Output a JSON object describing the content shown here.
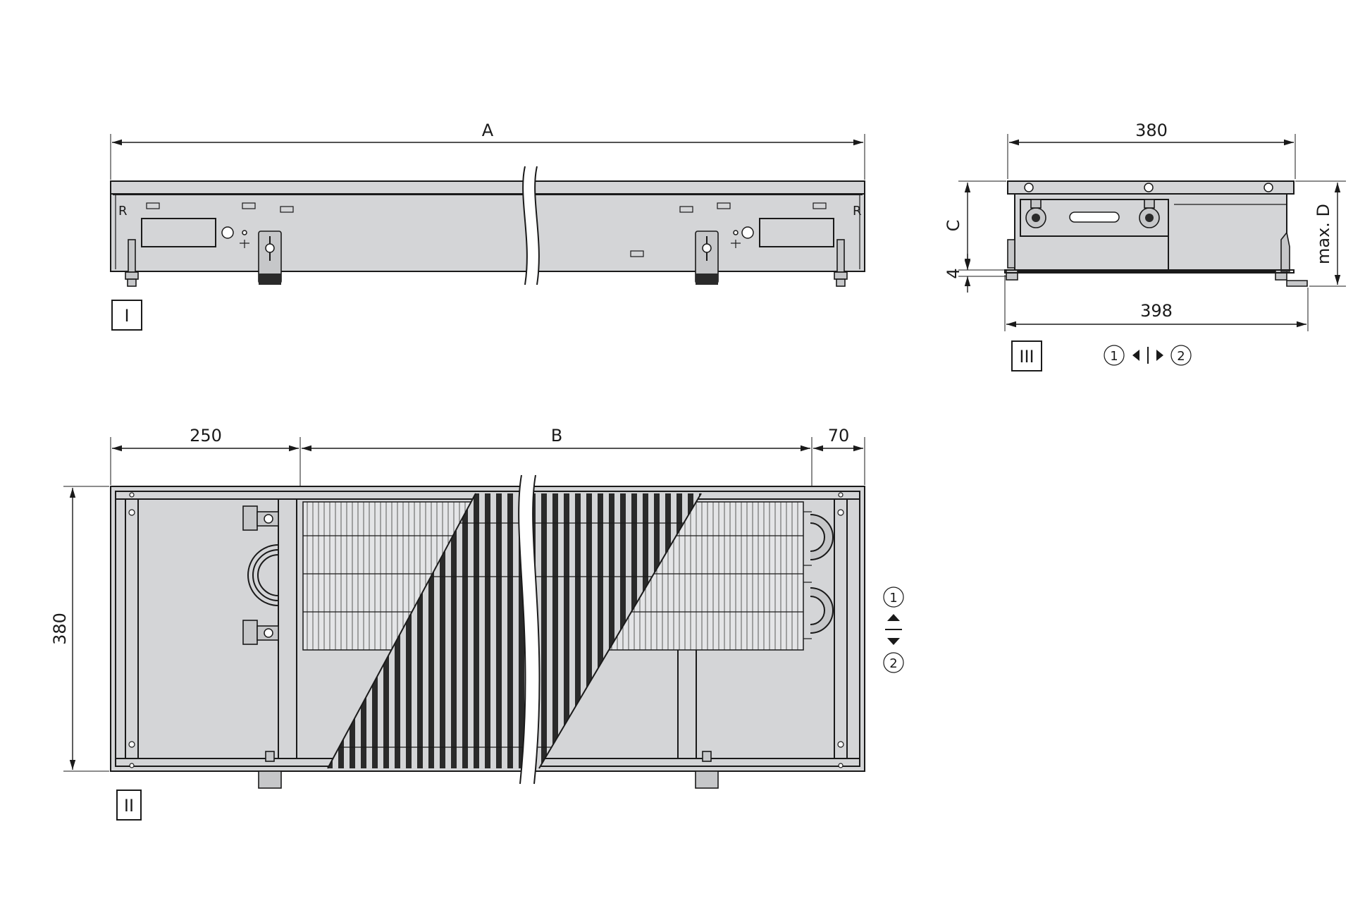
{
  "drawing": {
    "view_front": {
      "label": "I",
      "dim_length": "A"
    },
    "view_top": {
      "label": "II",
      "dim_left": "250",
      "dim_middle": "B",
      "dim_right": "70",
      "dim_depth": "380"
    },
    "view_side": {
      "label": "III",
      "dim_top_width": "380",
      "dim_bottom_width": "398",
      "dim_height_c": "C",
      "dim_foot": "4",
      "dim_max_d": "max. D"
    },
    "flow_markers": {
      "in": "1",
      "out": "2"
    },
    "colors": {
      "body": "#d4d5d7",
      "line": "#1a1a1a",
      "grille": "#2a2a2a",
      "background": "#ffffff"
    }
  }
}
